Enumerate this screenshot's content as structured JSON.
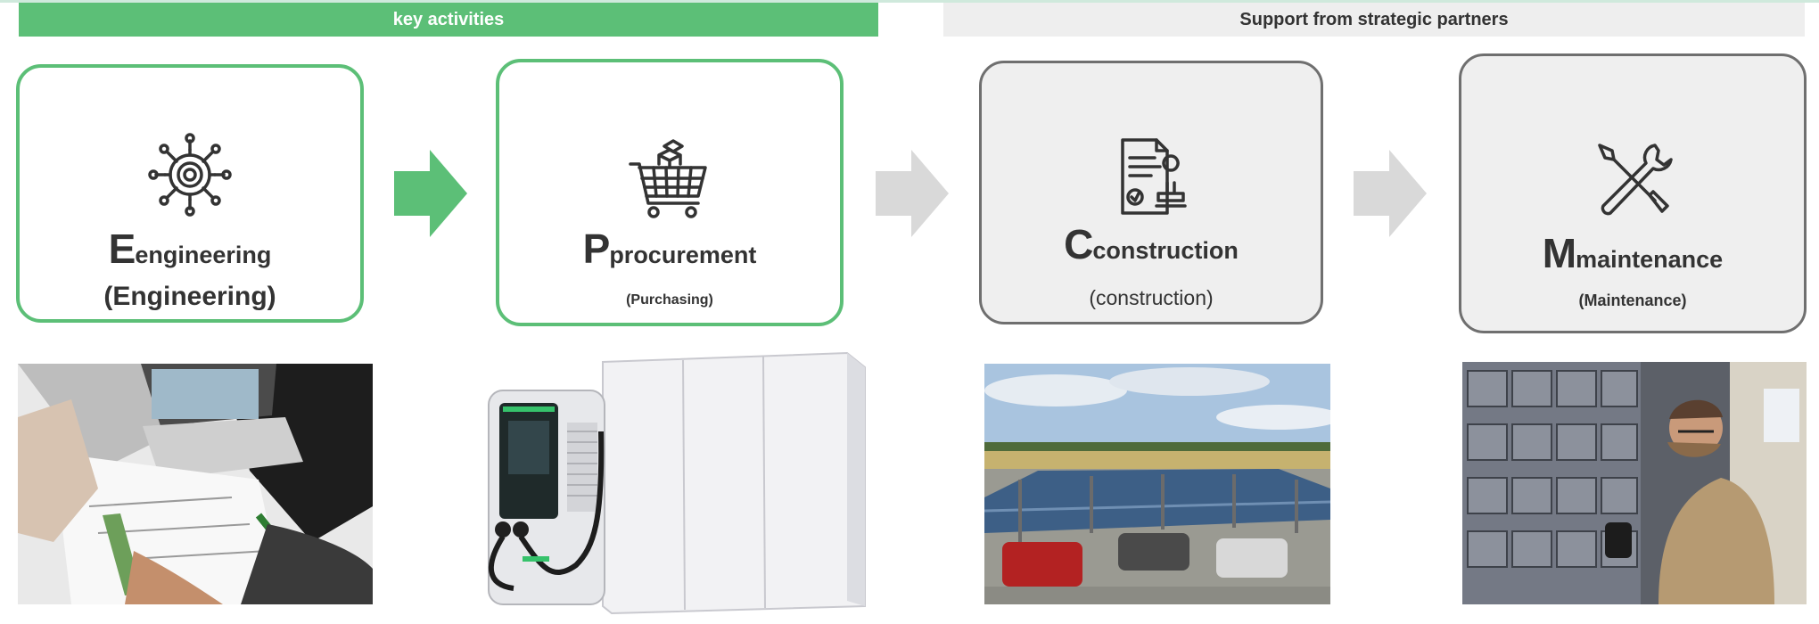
{
  "header": {
    "left_label": "key activities",
    "right_label": "Support from strategic partners"
  },
  "cards": [
    {
      "initial": "E",
      "rest": "engineering",
      "sub": "(Engineering)",
      "icon": "gear-network-icon"
    },
    {
      "initial": "P",
      "rest": "procurement",
      "sub": "(Purchasing)",
      "icon": "shopping-cart-icon"
    },
    {
      "initial": "C",
      "rest": "construction",
      "sub": "(construction)",
      "icon": "contract-stamp-icon"
    },
    {
      "initial": "M",
      "rest": "maintenance",
      "sub": "(Maintenance)",
      "icon": "wrench-screwdriver-icon"
    }
  ],
  "colors": {
    "accent_green": "#5cbf77",
    "arrow_grey": "#d9d9d9",
    "card_grey": "#efefef"
  }
}
